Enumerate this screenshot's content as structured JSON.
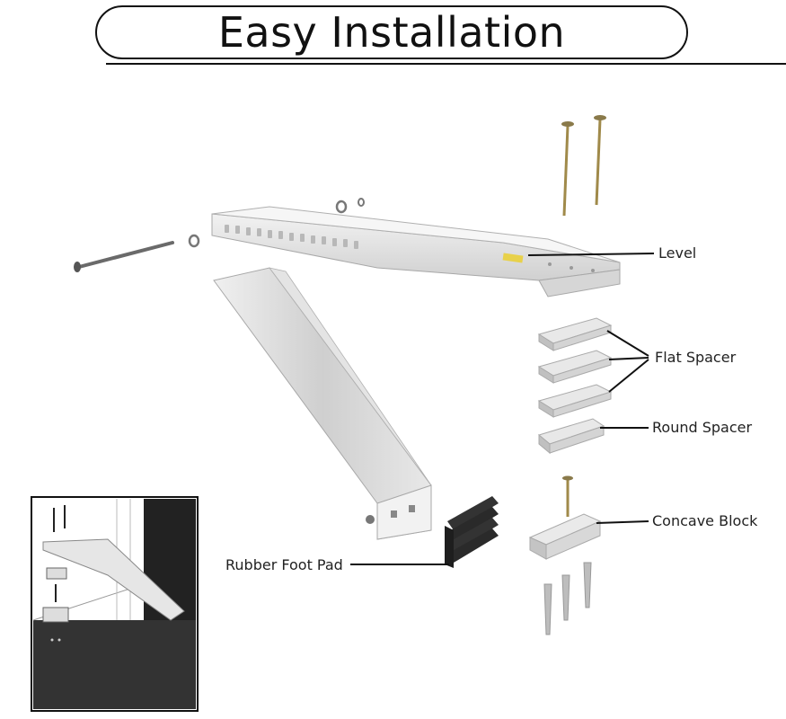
{
  "title": "Easy Installation",
  "labels": {
    "level": "Level",
    "flat_spacer": "Flat Spacer",
    "round_spacer": "Round Spacer",
    "concave_block": "Concave Block",
    "rubber_foot_pad": "Rubber Foot Pad"
  },
  "colors": {
    "metal": "#e6e6e6",
    "metal_dark": "#bdbdbd",
    "outline": "#9a9a9a",
    "spacer": "#c9c9c9",
    "rubber": "#2a2a2a",
    "bolt": "#6a6a6a",
    "nail": "#a08a4a",
    "level_accent": "#e8d14a",
    "frame": "#111111"
  }
}
